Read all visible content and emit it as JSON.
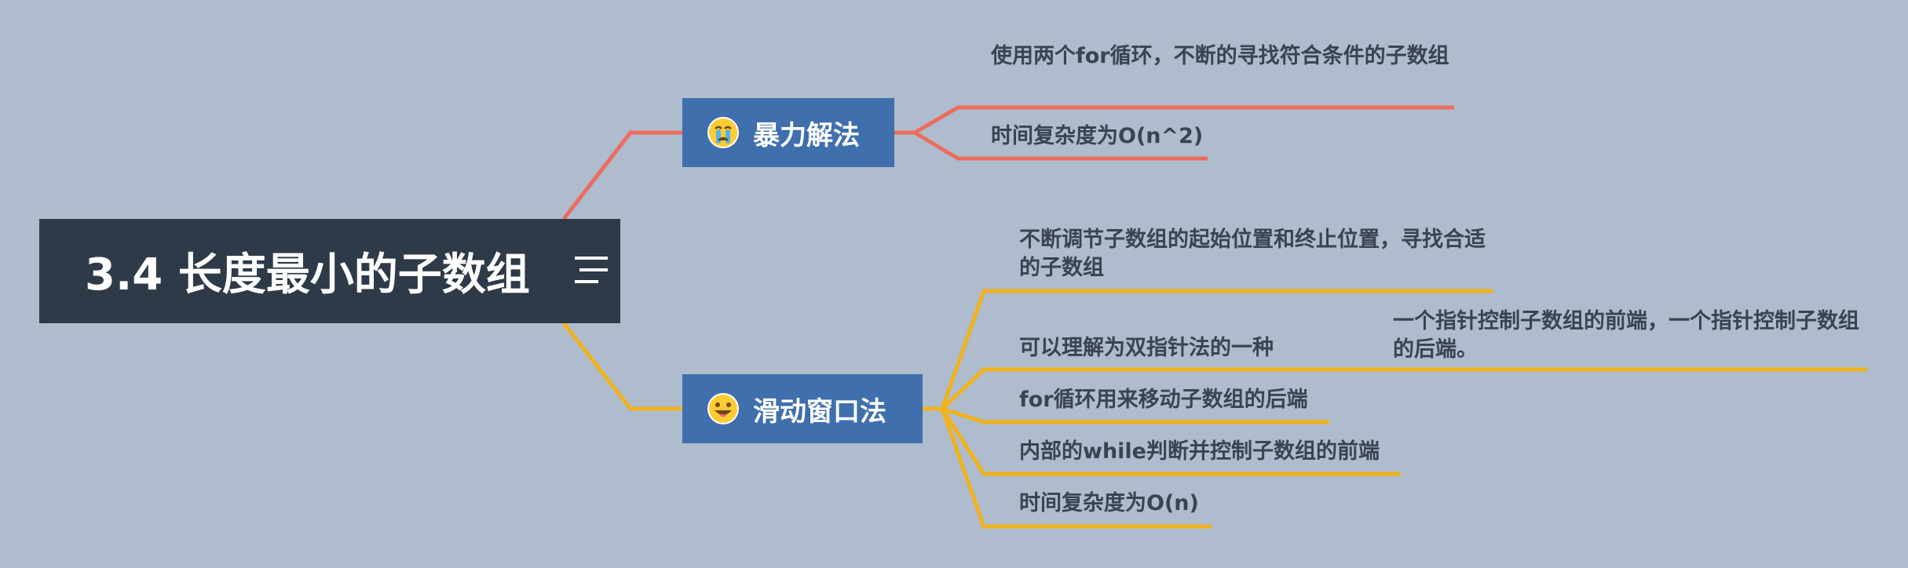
{
  "root": {
    "title": "3.4 长度最小的子数组",
    "note_icon": "notes-icon"
  },
  "colors": {
    "background": "#aebcce",
    "root": "#2e3a48",
    "topic": "#3f6fac",
    "branch1": "#ef6b5e",
    "branch2": "#f2b21a"
  },
  "branches": [
    {
      "label": "暴力解法",
      "icon": "crying-face-emoji",
      "children": [
        {
          "text": "使用两个for循环，不断的寻找符合条件的子数组"
        },
        {
          "text": "时间复杂度为O(n^2)"
        }
      ]
    },
    {
      "label": "滑动窗口法",
      "icon": "smiling-tongue-face-emoji",
      "children": [
        {
          "text": "不断调节子数组的起始位置和终止位置，寻找合适的子数组"
        },
        {
          "text": "可以理解为双指针法的一种",
          "children": [
            {
              "text": "一个指针控制子数组的前端，一个指针控制子数组的后端。"
            }
          ]
        },
        {
          "text": "for循环用来移动子数组的后端"
        },
        {
          "text": "内部的while判断并控制子数组的前端"
        },
        {
          "text": "时间复杂度为O(n)"
        }
      ]
    }
  ]
}
